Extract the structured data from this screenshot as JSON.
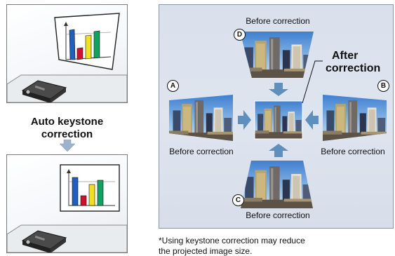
{
  "left": {
    "middle_label_line1": "Auto keystone",
    "middle_label_line2": "correction"
  },
  "right": {
    "after_line1": "After",
    "after_line2": "correction",
    "before_top": "Before correction",
    "before_left": "Before correction",
    "before_right": "Before correction",
    "before_bottom": "Before correction",
    "letters": {
      "a": "A",
      "b": "B",
      "c": "C",
      "d": "D"
    }
  },
  "note": {
    "line1": "*Using keystone correction may reduce",
    "line2": "  the projected image size."
  },
  "colors": {
    "arrow": "#5e8fbd",
    "panel_border": "#8a97a8",
    "bar_blue": "#1f5fbf",
    "bar_red": "#d01030",
    "bar_yellow": "#f0e020",
    "bar_green": "#14a060"
  }
}
